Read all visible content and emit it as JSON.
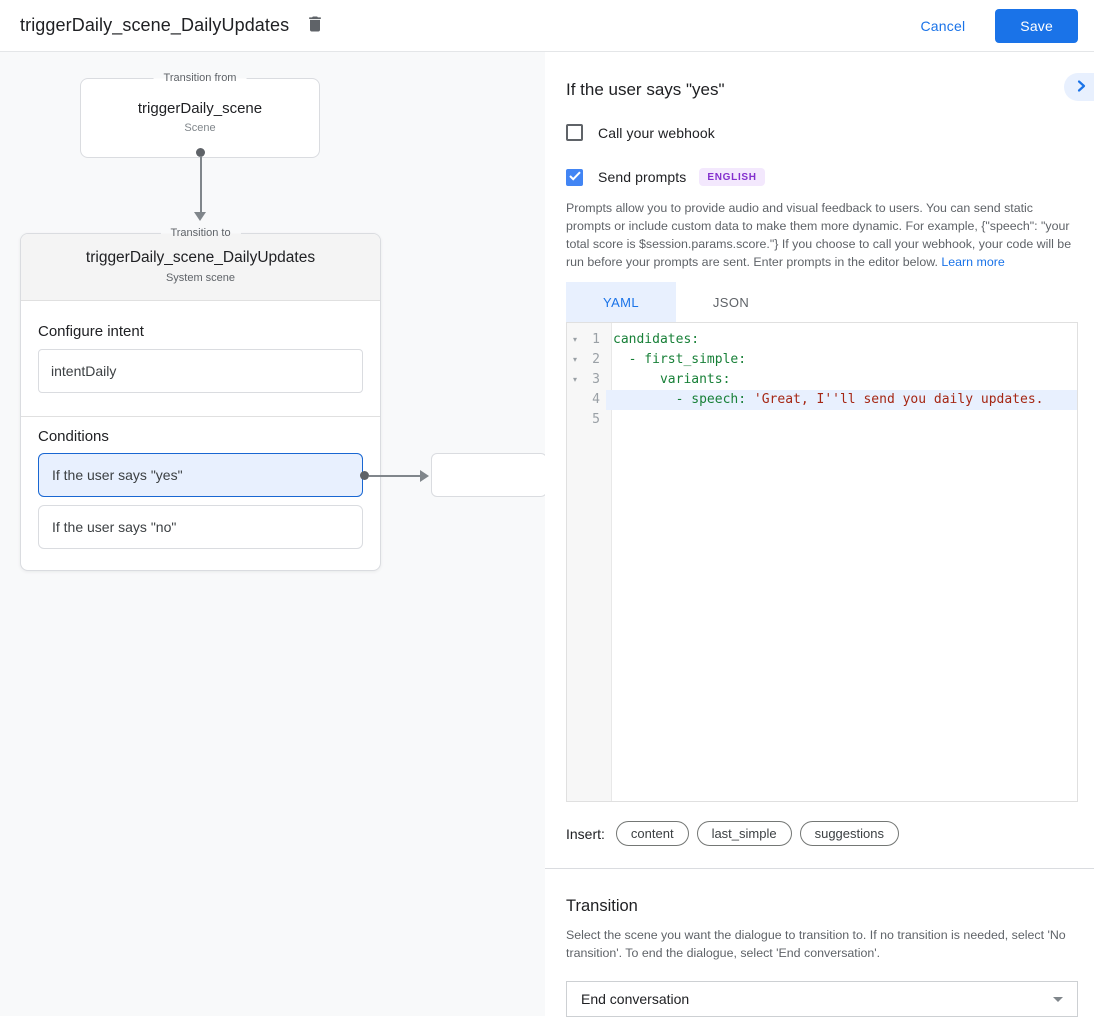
{
  "header": {
    "title": "triggerDaily_scene_DailyUpdates",
    "cancel_label": "Cancel",
    "save_label": "Save"
  },
  "canvas": {
    "from_box": {
      "legend": "Transition from",
      "title": "triggerDaily_scene",
      "subtitle": "Scene"
    },
    "to_card": {
      "legend": "Transition to",
      "title": "triggerDaily_scene_DailyUpdates",
      "subtitle": "System scene",
      "configure_intent_label": "Configure intent",
      "intent_value": "intentDaily",
      "conditions_label": "Conditions",
      "conditions": [
        {
          "label": "If the user says \"yes\"",
          "selected": true
        },
        {
          "label": "If the user says \"no\"",
          "selected": false
        }
      ]
    }
  },
  "panel": {
    "title": "If the user says \"yes\"",
    "webhook": {
      "label": "Call your webhook",
      "checked": false
    },
    "send_prompts": {
      "label": "Send prompts",
      "badge": "ENGLISH",
      "checked": true
    },
    "description": "Prompts allow you to provide audio and visual feedback to users. You can send static prompts or include custom data to make them more dynamic. For example, {\"speech\": \"your total score is $session.params.score.\"} If you choose to call your webhook, your code will be run before your prompts are sent. Enter prompts in the editor below.",
    "learn_more": "Learn more",
    "tabs": [
      {
        "label": "YAML",
        "active": true
      },
      {
        "label": "JSON",
        "active": false
      }
    ],
    "editor": {
      "lines": [
        {
          "num": 1,
          "fold": true,
          "highlight": false,
          "code": [
            [
              "key",
              "candidates:"
            ]
          ]
        },
        {
          "num": 2,
          "fold": true,
          "highlight": false,
          "code": [
            [
              "key",
              "  - first_simple:"
            ]
          ]
        },
        {
          "num": 3,
          "fold": true,
          "highlight": false,
          "code": [
            [
              "key",
              "      variants:"
            ]
          ]
        },
        {
          "num": 4,
          "fold": false,
          "highlight": true,
          "code": [
            [
              "key",
              "        - speech: "
            ],
            [
              "str",
              "'Great, I''ll send you daily updates."
            ]
          ]
        },
        {
          "num": 5,
          "fold": false,
          "highlight": false,
          "code": []
        }
      ]
    },
    "insert": {
      "label": "Insert:",
      "chips": [
        "content",
        "last_simple",
        "suggestions"
      ]
    },
    "transition": {
      "title": "Transition",
      "description": "Select the scene you want the dialogue to transition to. If no transition is needed, select 'No transition'. To end the dialogue, select 'End conversation'.",
      "value": "End conversation"
    }
  },
  "colors": {
    "accent": "#1a73e8",
    "checkbox_checked": "#4285f4",
    "selected_condition_bg": "#e8f0fe",
    "selected_condition_border": "#1967d2",
    "badge_bg": "#f3e8fd",
    "badge_text": "#8430ce",
    "code_key": "#188038",
    "code_string": "#a52714",
    "line_highlight": "#e8f0fe"
  }
}
